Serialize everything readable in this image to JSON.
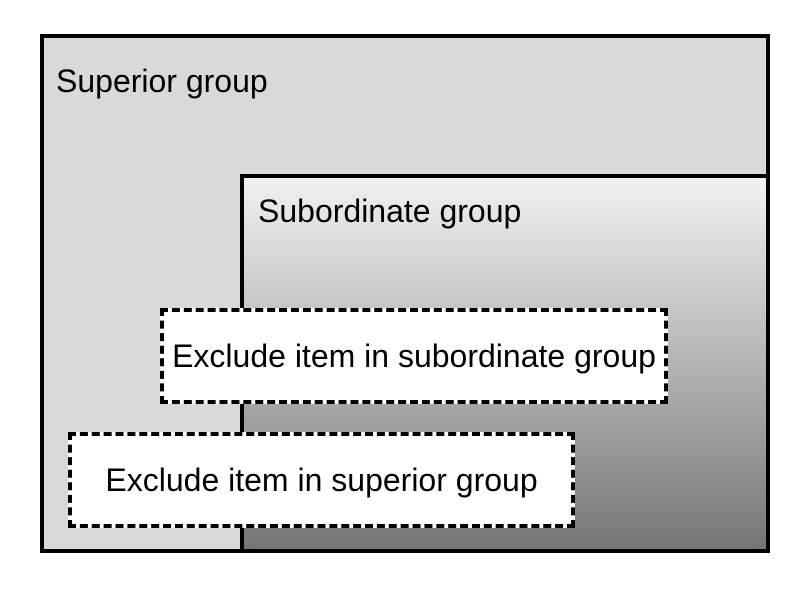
{
  "colors": {
    "page_background": "#ffffff",
    "border": "#000000",
    "text": "#000000",
    "superior_fill": "#d9d9d9",
    "subordinate_gradient_top": "#f1f1ef",
    "subordinate_gradient_bottom": "#767673",
    "exclude_fill": "#ffffff"
  },
  "diagram": {
    "superior_group": {
      "label": "Superior group"
    },
    "subordinate_group": {
      "label": "Subordinate group"
    },
    "exclude_item_subordinate": {
      "label": "Exclude item in subordinate group"
    },
    "exclude_item_superior": {
      "label": "Exclude item in superior group"
    }
  }
}
